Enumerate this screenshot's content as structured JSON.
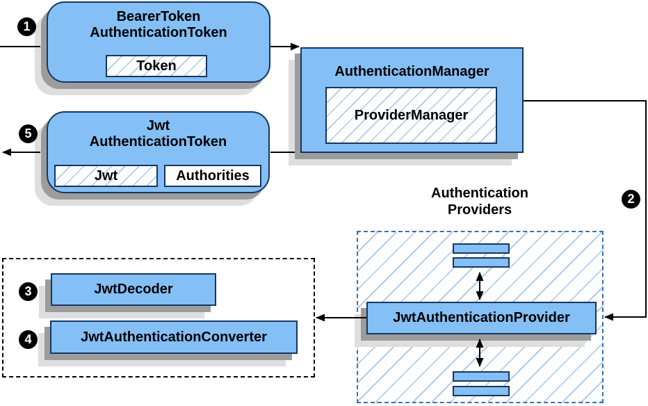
{
  "nodes": {
    "bearer": {
      "title_line1": "BearerToken",
      "title_line2": "AuthenticationToken",
      "chip": "Token"
    },
    "manager": {
      "title": "AuthenticationManager",
      "chip": "ProviderManager"
    },
    "jwt_token": {
      "title_line1": "Jwt",
      "title_line2": "AuthenticationToken",
      "chip_jwt": "Jwt",
      "chip_authorities": "Authorities"
    },
    "providers_group": {
      "label_line1": "Authentication",
      "label_line2": "Providers",
      "provider": "JwtAuthenticationProvider"
    },
    "decoder_group": {
      "decoder": "JwtDecoder",
      "converter": "JwtAuthenticationConverter"
    }
  },
  "steps": {
    "s1": "1",
    "s2": "2",
    "s3": "3",
    "s4": "4",
    "s5": "5"
  },
  "colors": {
    "node_fill": "#84bff5",
    "node_border": "#15365f",
    "hatch_line": "#a9cbee",
    "dashed_blue_border": "#3b6db0",
    "dashed_black_border": "#000000",
    "shadow_dark": "#9c9c9c",
    "shadow_light": "#dedede",
    "arrow": "#000000",
    "badge_bg": "#000000",
    "badge_text": "#ffffff"
  }
}
